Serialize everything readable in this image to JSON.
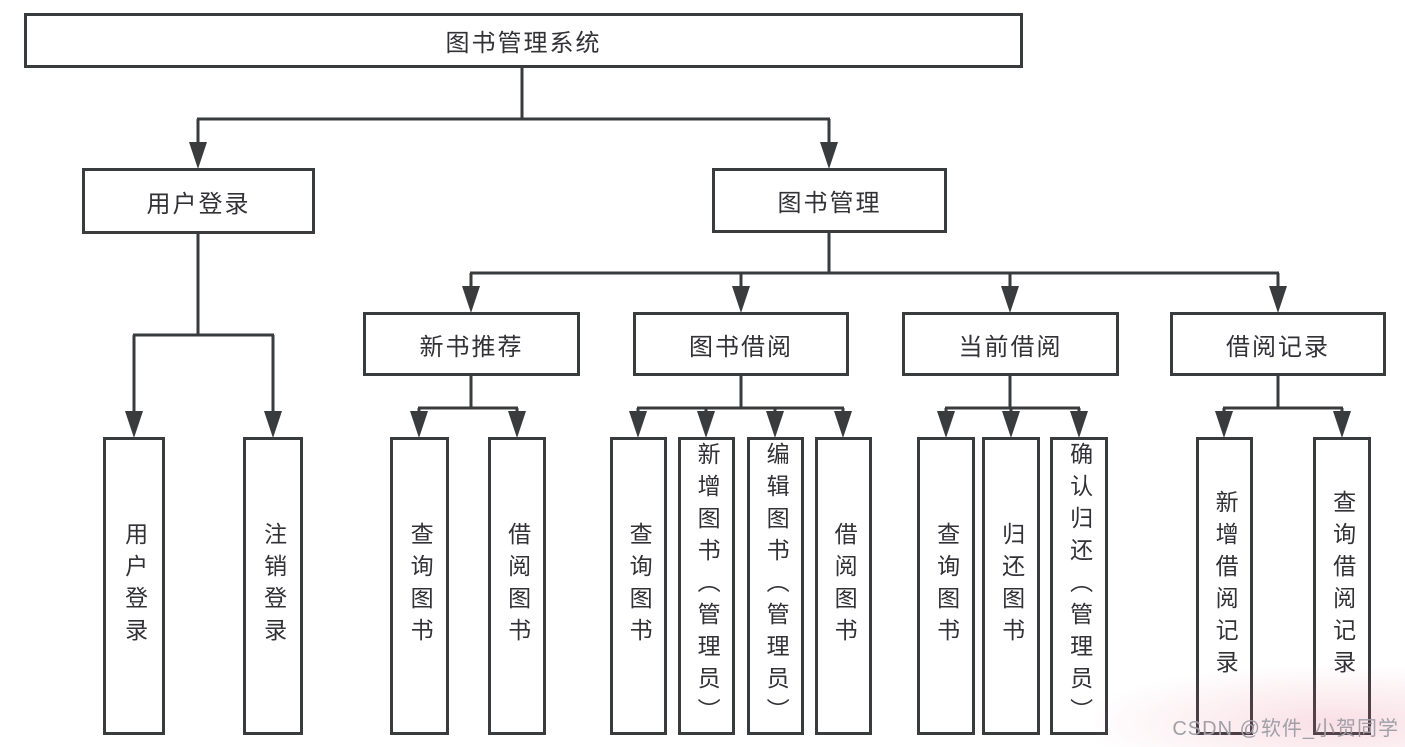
{
  "tree": {
    "label": "图书管理系统",
    "children": [
      {
        "label": "用户登录",
        "children": [
          {
            "label": "用户登录"
          },
          {
            "label": "注销登录"
          }
        ]
      },
      {
        "label": "图书管理",
        "children": [
          {
            "label": "新书推荐",
            "children": [
              {
                "label": "查询图书"
              },
              {
                "label": "借阅图书"
              }
            ]
          },
          {
            "label": "图书借阅",
            "children": [
              {
                "label": "查询图书"
              },
              {
                "label": "新增图书（管理员）"
              },
              {
                "label": "编辑图书（管理员）"
              },
              {
                "label": "借阅图书"
              }
            ]
          },
          {
            "label": "当前借阅",
            "children": [
              {
                "label": "查询图书"
              },
              {
                "label": "归还图书"
              },
              {
                "label": "确认归还（管理员）"
              }
            ]
          },
          {
            "label": "借阅记录",
            "children": [
              {
                "label": "新增借阅记录"
              },
              {
                "label": "查询借阅记录"
              }
            ]
          }
        ]
      }
    ]
  },
  "watermark": {
    "text": "CSDN @软件_小贺同学"
  },
  "colors": {
    "line": "#3a3b3d",
    "box_background": "#ffffff",
    "text": "#313136",
    "watermark_text": "#a0a0a6",
    "watermark_tint": "#e06080"
  }
}
